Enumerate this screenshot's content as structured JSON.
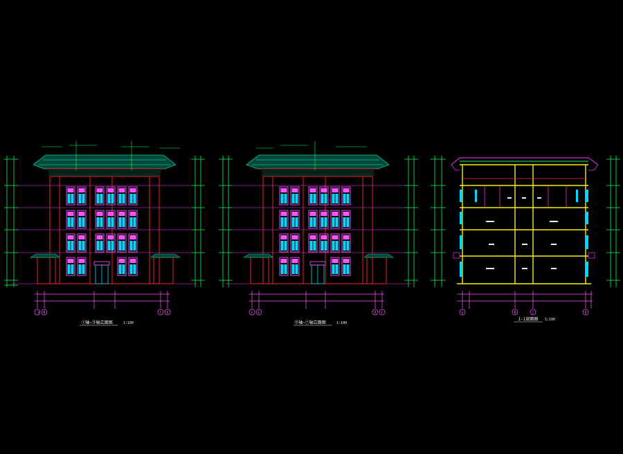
{
  "drawing": {
    "background": "#000000",
    "views": [
      {
        "id": "elev-1",
        "title": "①轴~⑨轴立面图",
        "scale": "1:100",
        "axis_labels": [
          "A",
          "B",
          "C",
          "D"
        ]
      },
      {
        "id": "elev-2",
        "title": "⑨轴~①轴立面图",
        "scale": "1:100",
        "axis_labels": [
          "F",
          "E",
          "D",
          "C"
        ]
      },
      {
        "id": "section",
        "title": "1-1剖面图",
        "scale": "1:100",
        "axis_labels": [
          "A",
          "B",
          "C",
          "D"
        ]
      }
    ],
    "colors": {
      "roof": "#00c8a0",
      "wall": "#ff2a2a",
      "level": "#ff33ff",
      "dim": "#00ff55",
      "window_frame": "#ff55ff",
      "glass": "#00d8ff",
      "section_wall": "#ffee00",
      "text": "#f0f0f0"
    }
  }
}
